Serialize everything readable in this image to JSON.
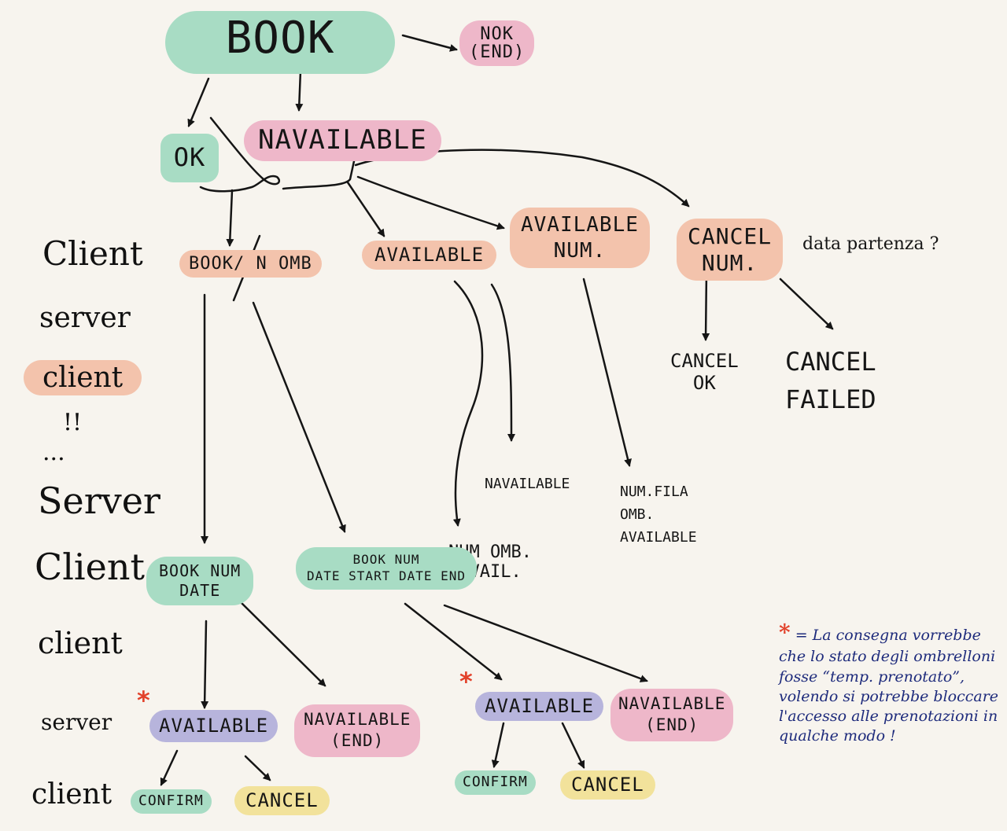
{
  "colors": {
    "green": "#a8dcc4",
    "pink": "#eeb7c9",
    "peach": "#f3c3ac",
    "purple": "#b7b4dc",
    "yellow": "#f2e29b",
    "ink": "#151515",
    "note_ink": "#1e2b7c",
    "star": "#e2422b"
  },
  "nodes": {
    "book": "BOOK",
    "nok": "NOK\n(END)",
    "ok": "OK",
    "navailable_top": "NAVAILABLE",
    "book_n_omb": "BOOK/ N OMB",
    "available": "AVAILABLE",
    "available_num": "AVAILABLE\nNUM.",
    "cancel_num": "CANCEL\nNUM.",
    "data_partenza": "data partenza ?",
    "cancel_ok": "CANCEL\nOK",
    "cancel_failed": "CANCEL\nFAILED",
    "navailable_mid": "NAVAILABLE",
    "num_fila": "NUM.FILA\nOMB.\nAVAILABLE",
    "num_omb_avail": "NUM OMB.\nAVAIL.",
    "book_num_date": "BOOK NUM\nDATE",
    "book_num_range": "BOOK NUM\nDATE START DATE END",
    "available_left": "AVAILABLE",
    "navailable_end_left": "NAVAILABLE\n(END)",
    "available_right": "AVAILABLE",
    "navailable_end_right": "NAVAILABLE\n(END)",
    "confirm_left": "CONFIRM",
    "cancel_left": "CANCEL",
    "confirm_right": "CONFIRM",
    "cancel_right": "CANCEL",
    "star_left": "*",
    "star_right": "*"
  },
  "rows": [
    "Client",
    "server",
    "client",
    "!!",
    "...",
    "Server",
    "Client",
    "client",
    "server",
    "client"
  ],
  "note": {
    "star": "*",
    "text": "= La consegna vorrebbe che lo stato degli ombrelloni fosse “temp. prenotato”, volendo si potrebbe bloccare l'accesso alle prenotazioni in qualche modo !"
  }
}
